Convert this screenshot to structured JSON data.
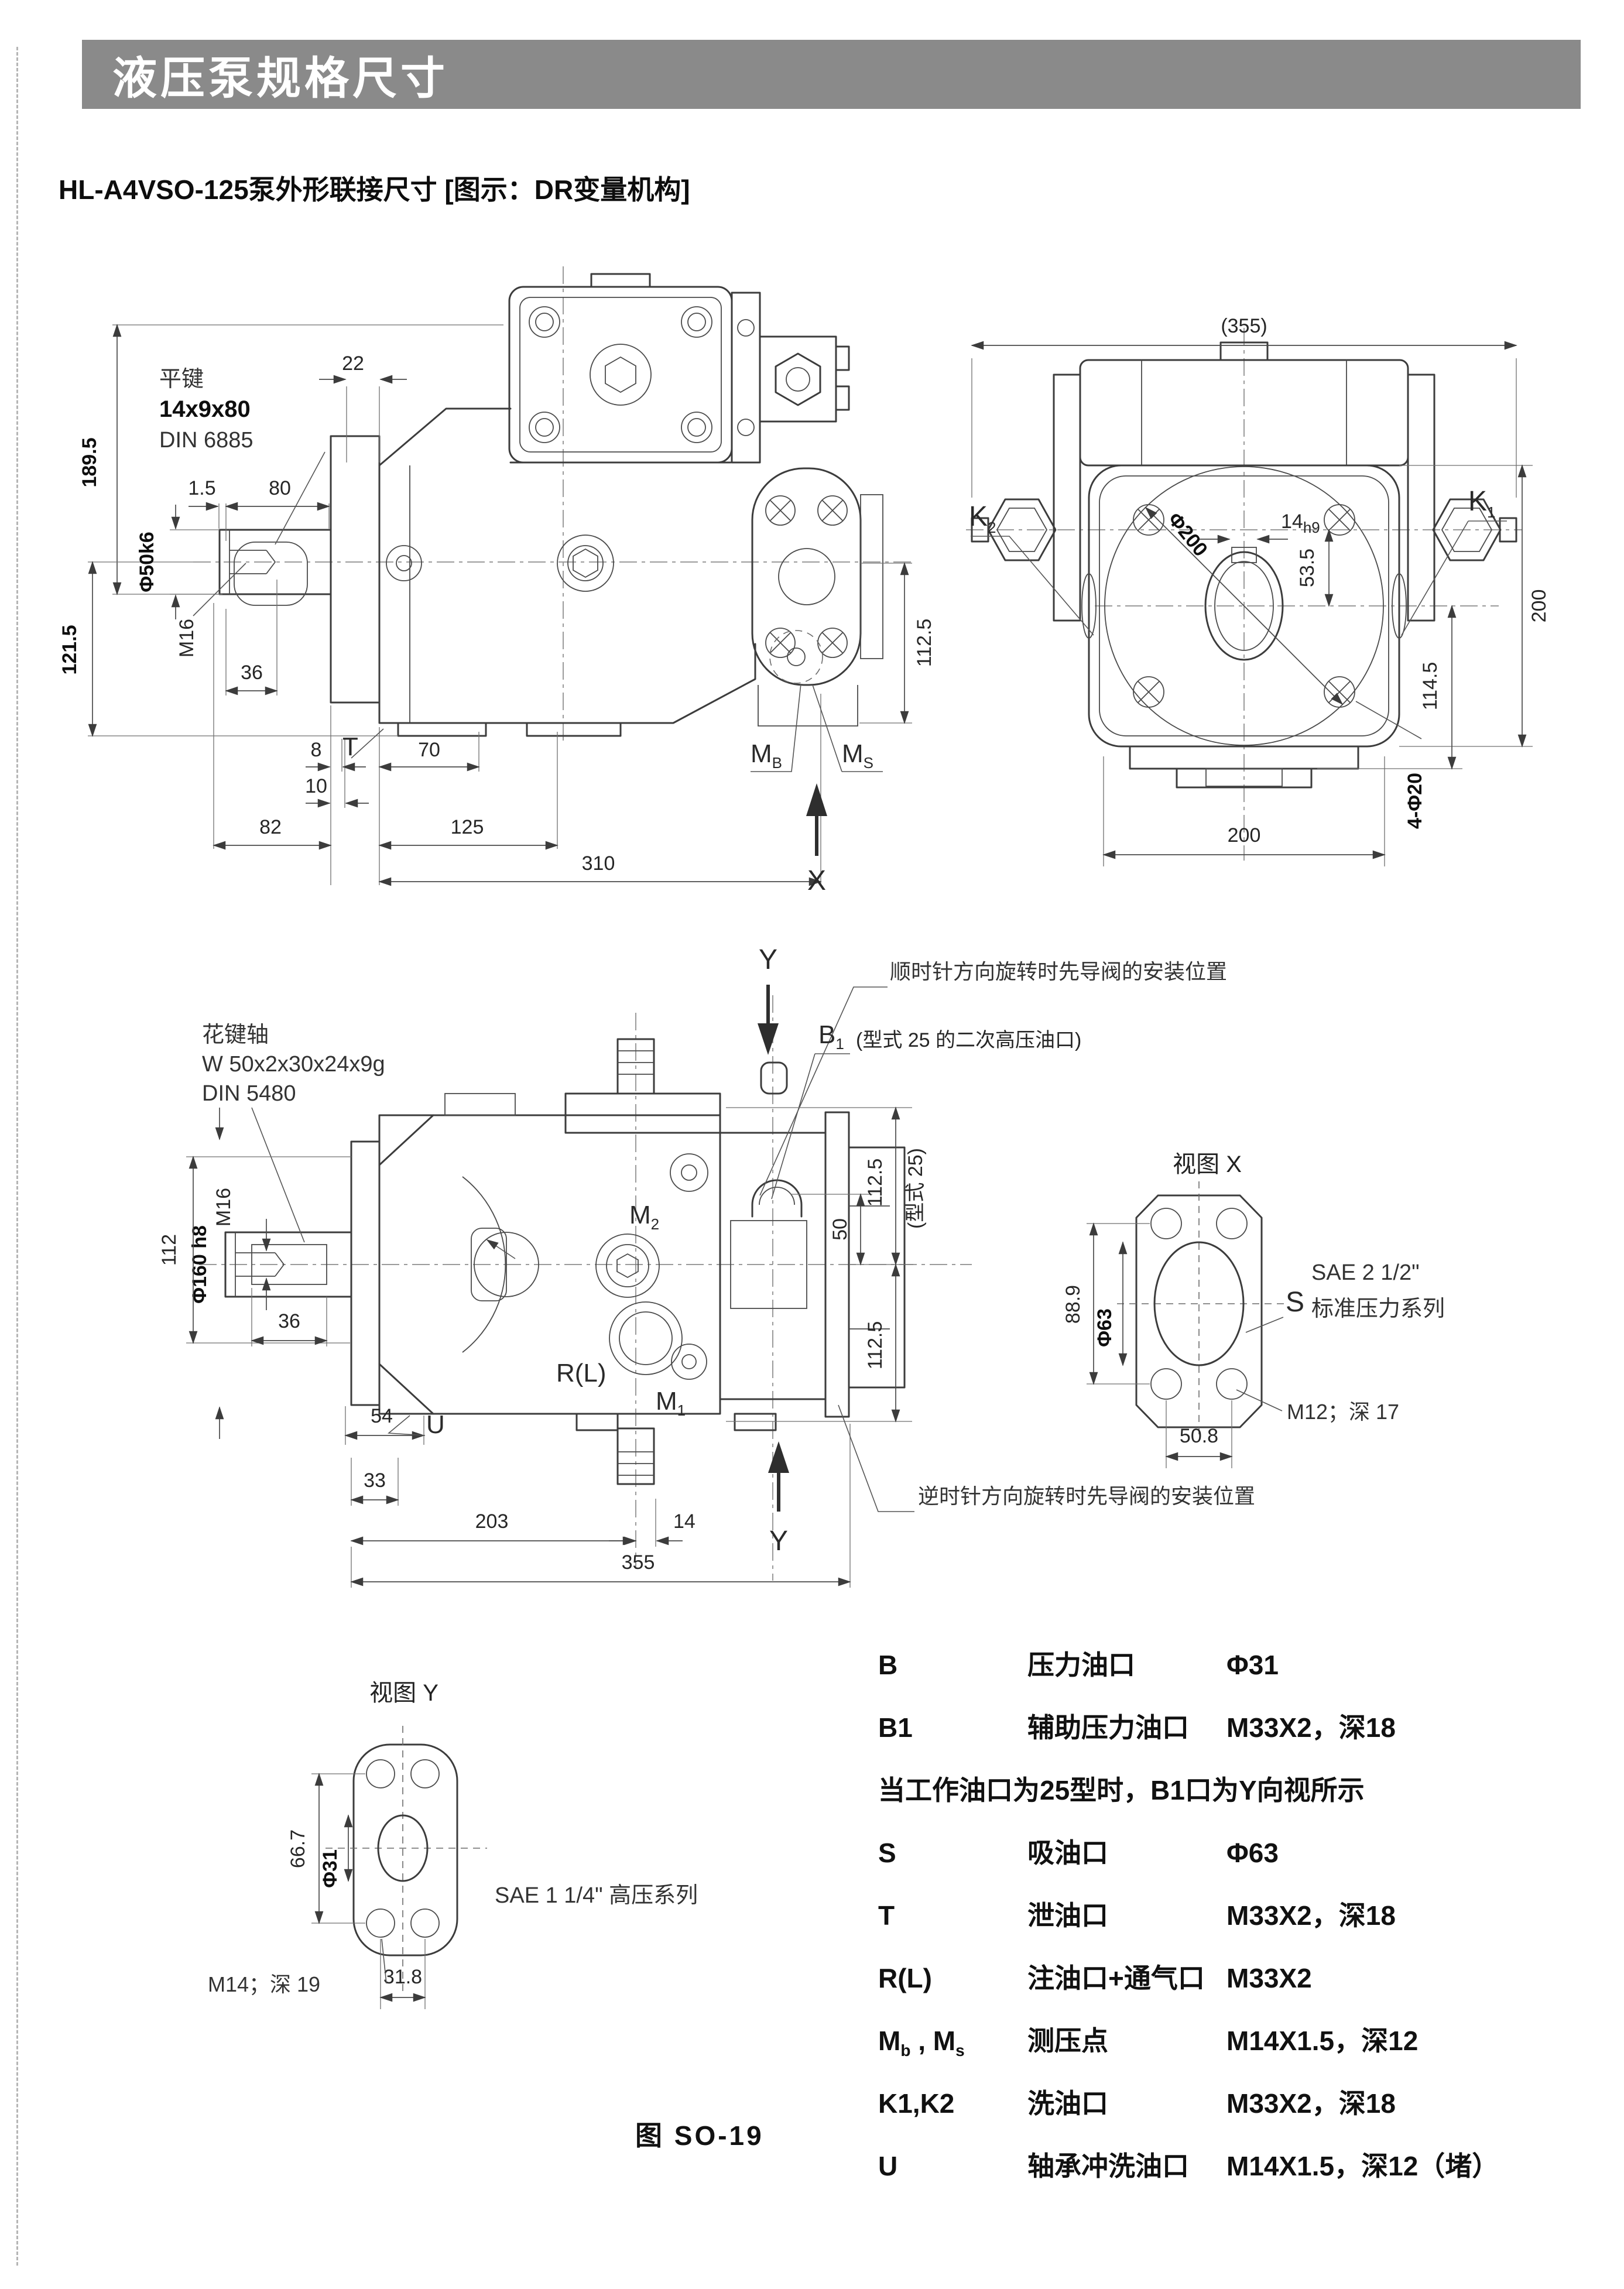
{
  "page": {
    "header_title": "液压泵规格尺寸",
    "subtitle": "HL-A4VSO-125泵外形联接尺寸 [图示：DR变量机构]",
    "caption": "图  SO-19",
    "header_gray": "#8a8a8a",
    "line_color": "#3c3c3c"
  },
  "side_view": {
    "key1": "平键",
    "key2": "14x9x80",
    "key3": "DIN 6885",
    "d189": "189.5",
    "d121": "121.5",
    "d50k6": "Φ50k6",
    "m16": "M16",
    "d15": "1.5",
    "d80": "80",
    "d36": "36",
    "d22": "22",
    "d8": "8",
    "labelT": "T",
    "d70": "70",
    "d10": "10",
    "d82": "82",
    "d125": "125",
    "d310": "310",
    "mb": "M",
    "mb_sub": "B",
    "ms": "M",
    "ms_sub": "S",
    "labelX": "X",
    "d112_5": "112.5"
  },
  "rear_view": {
    "d355": "(355)",
    "d14": "14",
    "d14_sub": "h9",
    "dphi200": "Φ200",
    "k2": "K",
    "k2_sub": "2",
    "k1": "K",
    "k1_sub": "1",
    "d53_5": "53.5",
    "d200r": "200",
    "d114_5": "114.5",
    "d4phi20": "4-Φ20",
    "d200b": "200"
  },
  "bottom_view": {
    "spline1": "花键轴",
    "spline2": "W 50x2x30x24x9g",
    "spline3": "DIN 5480",
    "note_cw": "顺时针方向旋转时先导阀的安装位置",
    "b1": "B",
    "b1_sub": "1",
    "note_b1": "(型式 25 的二次高压油口)",
    "note_ccw": "逆时针方向旋转时先导阀的安装位置",
    "y_top": "Y",
    "y_bot": "Y",
    "m16": "M16",
    "phi160": "Φ160 h8",
    "d112": "112",
    "d36": "36",
    "d54": "54",
    "labelU": "U",
    "d33": "33",
    "d203": "203",
    "d14": "14",
    "d355": "355",
    "m2": "M",
    "m2_sub": "2",
    "m1": "M",
    "m1_sub": "1",
    "rl": "R(L)",
    "d112_5a": "112.5",
    "type25": "(型式 25)",
    "d50": "50",
    "d112_5b": "112.5"
  },
  "view_x": {
    "title": "视图 X",
    "d88_9": "88.9",
    "phi63": "Φ63",
    "s": "S",
    "sae1": "SAE 2 1/2\"",
    "sae2": "标准压力系列",
    "m12": "M12；深 17",
    "d50_8": "50.8"
  },
  "view_y": {
    "title": "视图 Y",
    "d66_7": "66.7",
    "phi31": "Φ31",
    "sae": "SAE 1 1/4\" 高压系列",
    "m14": "M14；深 19",
    "d31_8": "31.8"
  },
  "ports_table": {
    "rows": [
      {
        "code": "B",
        "name": "压力油口",
        "spec": "Φ31"
      },
      {
        "code": "B1",
        "name": "辅助压力油口",
        "spec": "M33X2，深18"
      },
      {
        "note": "当工作油口为25型时，B1口为Y向视所示"
      },
      {
        "code": "S",
        "name": "吸油口",
        "spec": "Φ63"
      },
      {
        "code": "T",
        "name": "泄油口",
        "spec": "M33X2，深18"
      },
      {
        "code": "R(L)",
        "name": "注油口+通气口",
        "spec": "M33X2"
      },
      {
        "code": "M_b_ , M_s_",
        "name": "测压点",
        "spec": "M14X1.5，深12"
      },
      {
        "code": "K1,K2",
        "name": "洗油口",
        "spec": "M33X2，深18"
      },
      {
        "code": "U",
        "name": "轴承冲洗油口",
        "spec": "M14X1.5，深12（堵）"
      }
    ]
  }
}
